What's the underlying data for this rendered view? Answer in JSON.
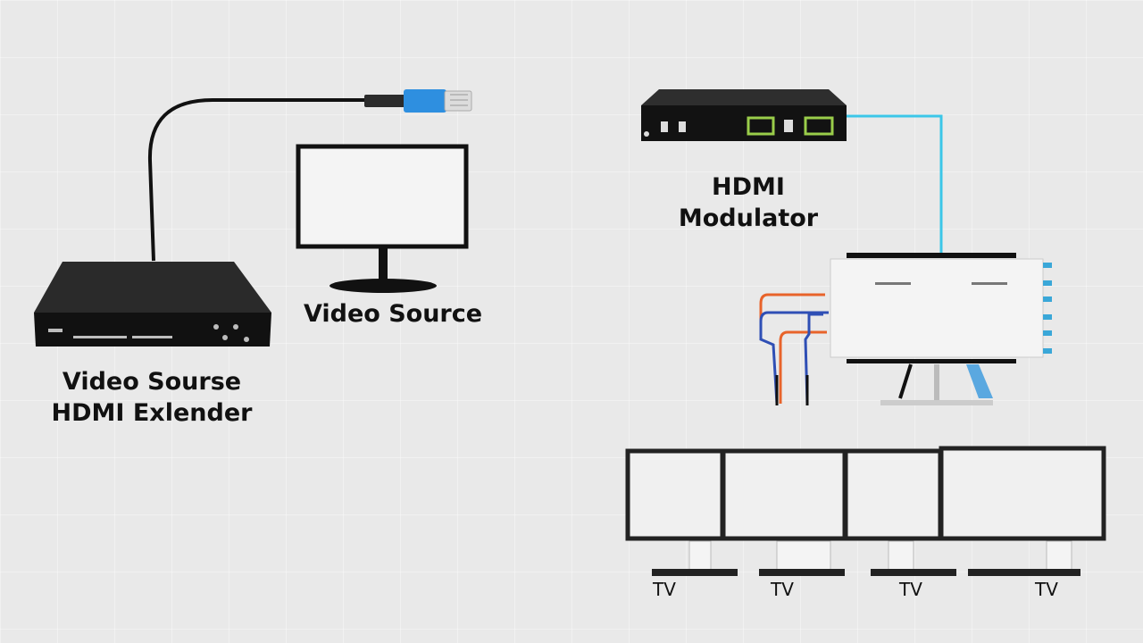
{
  "labels": {
    "extender_line1": "Video Sourse",
    "extender_line2": "HDMI Exlender",
    "video_source": "Video Source",
    "modulator_line1": "HDMI",
    "modulator_line2": "Modulator"
  },
  "tvs": [
    {
      "label": "TV"
    },
    {
      "label": "TV"
    },
    {
      "label": "TV"
    },
    {
      "label": "TV"
    }
  ],
  "colors": {
    "background": "#e9e9e9",
    "device_body": "#1c1c1c",
    "coax_cable": "#3cc6e8",
    "port_green": "#9acd4a",
    "wire_orange": "#e8632a",
    "wire_blue": "#2f4fb5"
  }
}
